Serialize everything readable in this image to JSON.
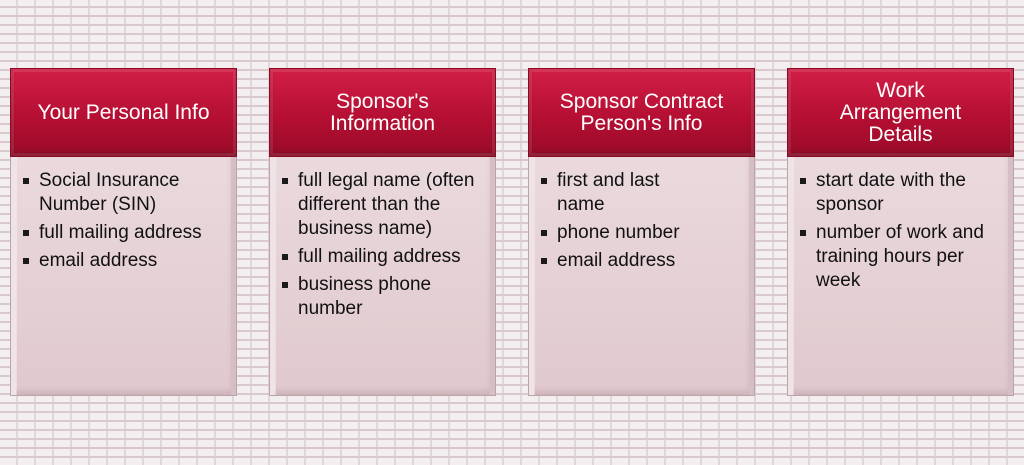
{
  "columns": [
    {
      "title": "Your Personal Info",
      "items": [
        "Social Insurance Number (SIN)",
        "full mailing address",
        "email address"
      ]
    },
    {
      "title": "Sponsor's Information",
      "items": [
        "full legal name (often different than the business name)",
        "full mailing address",
        "business phone number"
      ]
    },
    {
      "title": "Sponsor Contract Person's Info",
      "items": [
        "first and last name",
        "phone number",
        "email address"
      ]
    },
    {
      "title": "Work Arrangement Details",
      "items": [
        "start date with the sponsor",
        "number of work and training hours per week"
      ]
    }
  ],
  "colors": {
    "header": "#b5123a",
    "body": "#e6d3d7",
    "header_text": "#ffffff",
    "body_text": "#111111"
  }
}
